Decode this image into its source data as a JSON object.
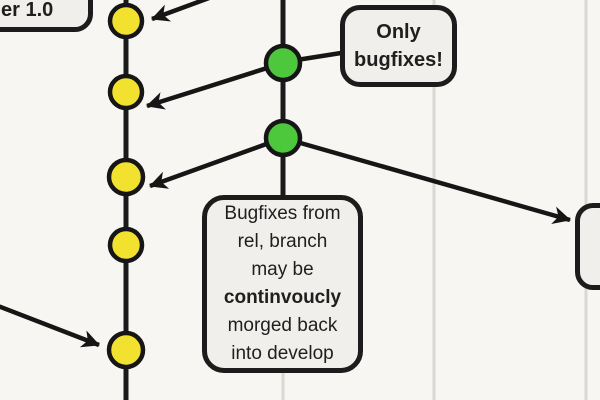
{
  "diagram": {
    "title_hint": "git branching diagram with commit nodes and callouts",
    "background_color": "#f7f6f3",
    "boxes": {
      "version_tag": {
        "label": "er 1.0"
      },
      "only_bugfixes": {
        "lines": [
          "Only",
          "bugfixes!"
        ]
      },
      "bugfix_note": {
        "lines": [
          "Bugfixes from",
          "rel, branch",
          "may be",
          "continvoucly",
          "morged back",
          "into develop"
        ],
        "bold_line_index": 3
      },
      "right_box": {
        "label": ""
      }
    },
    "branches": {
      "release_branch_line_color": "#1a1a1a",
      "develop_branch_line_color": "#1a1a1a",
      "faint_branch_line_color": "#dbd8d3"
    },
    "nodes": {
      "release_commit_color": "#f3e130",
      "develop_commit_color": "#4dc83d",
      "node_border_color": "#161616",
      "release_commit_count": 5,
      "develop_commit_count": 2
    },
    "arrows": {
      "color": "#161616",
      "count": 5
    }
  }
}
